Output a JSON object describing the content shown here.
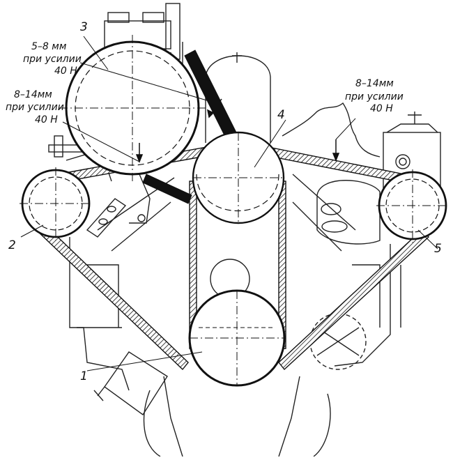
{
  "figure": {
    "callouts": {
      "crankshaft_pulley": "1",
      "generator_pulley": "2",
      "compressor_pulley": "3",
      "fan_pulley": "4",
      "power_steering_pump_pulley": "5"
    },
    "tension_notes": {
      "compressor_belt": {
        "deflection": "5–8 мм",
        "condition": "при усилии",
        "force": "40 Н"
      },
      "generator_belt": {
        "deflection": "8–14мм",
        "condition": "при усилии",
        "force": "40 Н"
      },
      "pump_belt": {
        "deflection": "8–14мм",
        "condition": "при усилии",
        "force": "40 Н"
      }
    }
  }
}
